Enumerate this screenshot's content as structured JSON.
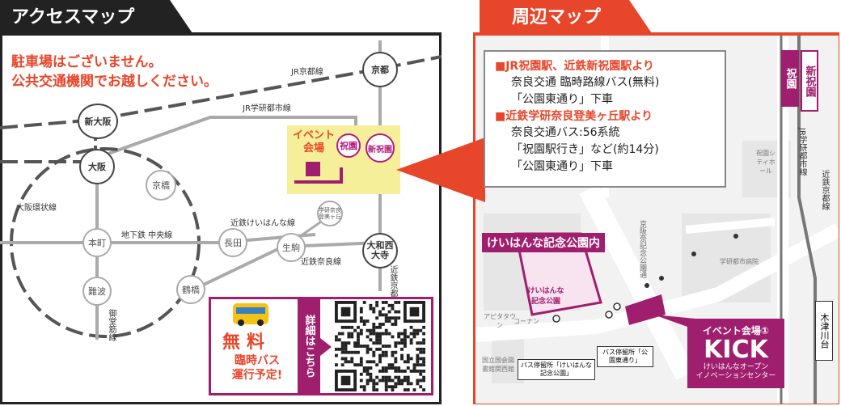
{
  "left_panel": {
    "title": "アクセスマップ",
    "notice_line1": "駐車場はございません。",
    "notice_line2": "公共交通機関でお越しください。",
    "lines": {
      "jr_kyoto": "JR京都線",
      "jr_gakken": "JR学研都市線",
      "osaka_loop": "大阪環状線",
      "subway_chuo": "地下鉄 中央線",
      "keihanna": "近鉄けいはんな線",
      "kintetsu_nara": "近鉄奈良線",
      "midosuji": "御堂筋線",
      "kintetsu_kyoto": "近鉄京都線"
    },
    "stations": {
      "kyoto": "京都",
      "shin_osaka": "新大阪",
      "osaka": "大阪",
      "kyobashi": "京橋",
      "honmachi": "本町",
      "nagata": "長田",
      "ikoma": "生駒",
      "yamato_saidaiji": "大和西大寺",
      "namba": "難波",
      "tsuruhashi": "鶴橋",
      "gakken_nara": "学研奈良登美ヶ丘",
      "hosono": "祝園",
      "shin_hosono": "新祝園"
    },
    "event_label": "イベント会場",
    "bus": {
      "free": "無料",
      "sub1": "臨時バス",
      "sub2": "運行予定!",
      "details": "詳細はこちら"
    }
  },
  "right_panel": {
    "title": "周辺マップ",
    "info": {
      "h1": "■JR祝園駅、近鉄新祝園駅より",
      "t1a": "奈良交通 臨時路線バス(無料)",
      "t1b": "「公園東通り」下車",
      "h2": "■近鉄学研奈良登美ヶ丘駅より",
      "t2a": "奈良交通バス:56系統",
      "t2b": "「祝園駅行き」など(約14分)",
      "t2c": "「公園東通り」下車"
    },
    "park_label": "けいはんな記念公園内",
    "park_inner": "けいはんな記念公園",
    "map_labels": {
      "hosono": "祝園",
      "shin_hosono": "新祝園",
      "jr_gakken": "JR学研都市線",
      "kintetsu_kyoto": "近鉄京都線",
      "city_hall": "祝園シティホール",
      "keihanna_park": "京阪奈記念公園通",
      "gakken_hospital": "学研都市病院",
      "apita": "アピタタウン",
      "konan": "コーナン",
      "ndl": "国立国会図書館関西館",
      "kizugawadai": "木津川台"
    },
    "bus_stop1": "バス停留所「けいはんな記念公園」",
    "bus_stop2": "バス停留所「公園東通り」",
    "kick": {
      "label": "イベント会場①",
      "name": "KICK",
      "sub1": "けいはんなオープン",
      "sub2": "イノベーションセンター"
    }
  },
  "colors": {
    "accent": "#e8462a",
    "magenta": "#a01e6e",
    "dark": "#222222",
    "highlight": "#f6ef9a"
  }
}
